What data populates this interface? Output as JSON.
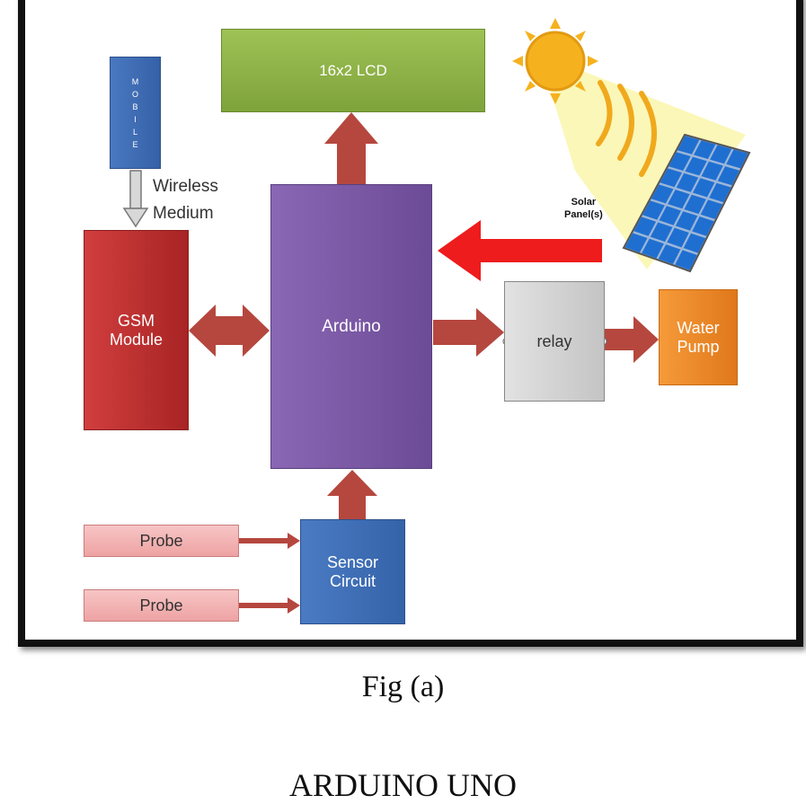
{
  "blocks": {
    "lcd": "16x2 LCD",
    "mobile_letters": [
      "M",
      "O",
      "B",
      "I",
      "L",
      "E"
    ],
    "wireless_line1": "Wireless",
    "wireless_line2": "Medium",
    "gsm_line1": "GSM",
    "gsm_line2": "Module",
    "arduino": "Arduino",
    "relay": "relay",
    "pump_line1": "Water",
    "pump_line2": "Pump",
    "solar_line1": "Solar",
    "solar_line2": "Panel(s)",
    "probe1": "Probe",
    "probe2": "Probe",
    "sensor_line1": "Sensor",
    "sensor_line2": "Circuit"
  },
  "captions": {
    "fig": "Fig (a)",
    "title": "ARDUINO UNO"
  },
  "colors": {
    "arrow": "#b5473e",
    "solar_arrow": "#ee1c1c",
    "sun": "#f5b21e",
    "panel": "#1f6fd1"
  }
}
